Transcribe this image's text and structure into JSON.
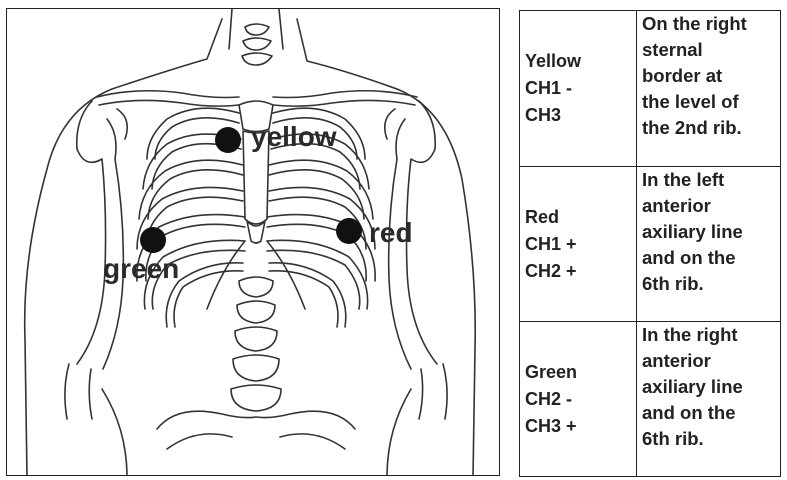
{
  "figure": {
    "labels": {
      "yellow": "yellow",
      "red": "red",
      "green": "green"
    }
  },
  "table": {
    "rows": [
      {
        "channel": [
          "Yellow",
          "CH1 -",
          "CH3"
        ],
        "location": [
          "On the right",
          "sternal",
          "border at",
          "the level of",
          "the 2nd rib."
        ]
      },
      {
        "channel": [
          "Red",
          "CH1 +",
          "CH2 +"
        ],
        "location": [
          "In the left",
          "anterior",
          "axiliary line",
          "and on the",
          "6th rib."
        ]
      },
      {
        "channel": [
          "Green",
          "CH2 -",
          "CH3 +"
        ],
        "location": [
          "In the right",
          "anterior",
          "axiliary line",
          "and on the",
          "6th rib."
        ]
      }
    ]
  },
  "colors": {
    "line": "#333333",
    "dot": "#111111",
    "text": "#222222"
  }
}
